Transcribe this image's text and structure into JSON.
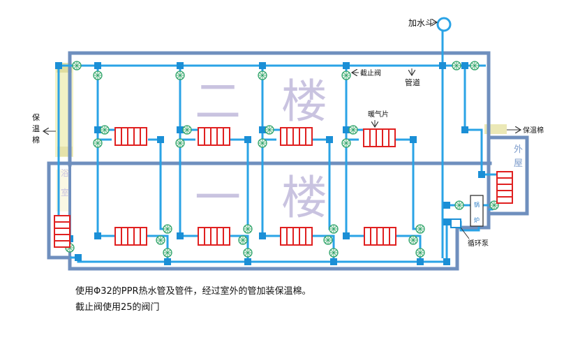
{
  "labels": {
    "water_funnel": "加水斗",
    "shutoff_valve": "截止阀",
    "pipe": "管道",
    "radiator": "暖气片",
    "insulation_left": "保\n温\n棉",
    "insulation_right": "保温棉",
    "floor_2": "二",
    "floor_2b": "楼",
    "floor_1": "一",
    "floor_1b": "楼",
    "outdoor": "外\n屋",
    "bathroom": "浴\n室",
    "boiler": "锅\n炉",
    "pump": "循环泵"
  },
  "notes": {
    "line1": "使用Φ32的PPR热水管及管件，经过室外的管加装保温棉。",
    "line2": "截止阀使用25的阀门"
  },
  "colors": {
    "wall": "#6f8fbe",
    "pipe": "#2aa3e6",
    "fitting": "#1b8fd6",
    "radiator": "#e02020",
    "valve": "#2fa36a",
    "floor_text": "#c9c3e0",
    "insulation": "#e8e6a8"
  }
}
